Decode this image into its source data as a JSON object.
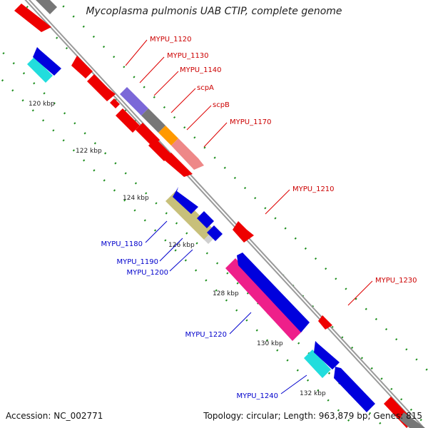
{
  "title": "Mycoplasma pulmonis UAB CTIP, complete genome",
  "accession": "Accession: NC_002771",
  "topology": "Topology: circular; Length: 963,879 bp; Genes: 815",
  "colors": {
    "backbone": "#8a8a8a",
    "tick": "#1f8f1f",
    "forward_label": "#cc0000",
    "reverse_label": "#0000cc",
    "gene_red": "#ee0000",
    "gene_blue": "#0000dd",
    "gene_cyan": "#22dddd",
    "gene_grey": "#777777",
    "gene_purple": "#7b68d8",
    "gene_orange": "#ff9900",
    "gene_pink": "#ee8888",
    "gene_khaki": "#c8c07a",
    "gene_silver": "#cfcfcf",
    "gene_magenta": "#ee1f8a"
  },
  "ticks": [
    "120 kbp",
    "122 kbp",
    "124 kbp",
    "126 kbp",
    "128 kbp",
    "130 kbp",
    "132 kbp"
  ],
  "forward_labels": [
    "MYPU_1120",
    "MYPU_1130",
    "MYPU_1140",
    "scpA",
    "scpB",
    "MYPU_1170",
    "MYPU_1210",
    "MYPU_1230"
  ],
  "reverse_labels": [
    "MYPU_1180",
    "MYPU_1190",
    "MYPU_1200",
    "MYPU_1220",
    "MYPU_1240"
  ]
}
